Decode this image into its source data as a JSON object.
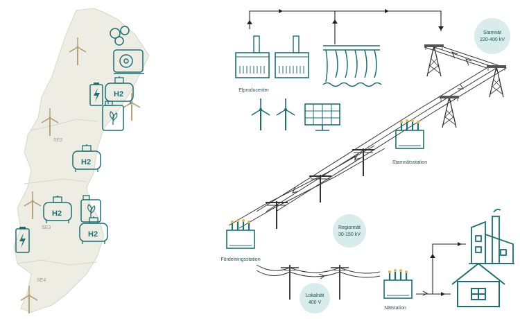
{
  "map": {
    "regions": [
      "SE2",
      "SE3",
      "SE4"
    ]
  },
  "labels": {
    "producers": "Elproducenter",
    "transmission_station": "Stamnätsstation",
    "distribution_station": "Fördelningsstation",
    "net_station": "Nätstation"
  },
  "networks": {
    "transmission_name": "Stamnät",
    "transmission_voltage": "220-400 kV",
    "regional_name": "Regionnät",
    "regional_voltage": "30-150 kV",
    "local_name": "Lokalnät",
    "local_voltage": "400 V"
  },
  "symbols": {
    "hydrogen": "H2"
  },
  "colors": {
    "teal": "#1a6f73",
    "bubble": "#d8ecec",
    "map_fill": "#eeede4",
    "map_border": "#d7d6c9",
    "turbine": "#b5a377"
  }
}
